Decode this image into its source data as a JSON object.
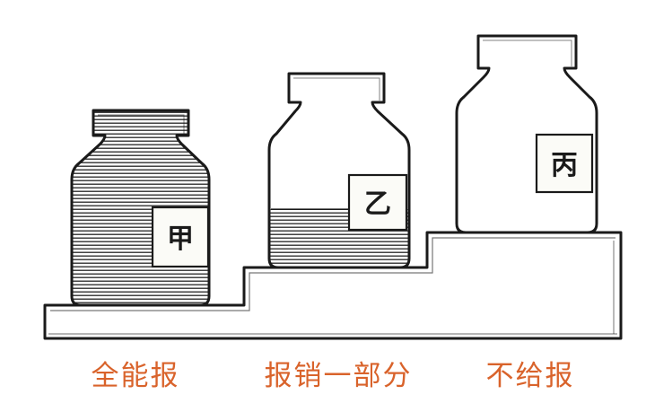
{
  "jars": [
    {
      "tag": "甲",
      "fill_fraction": 1.0
    },
    {
      "tag": "乙",
      "fill_fraction": 0.3
    },
    {
      "tag": "丙",
      "fill_fraction": 0.0
    }
  ],
  "captions": [
    "全能报",
    "报销一部分",
    "不给报"
  ],
  "colors": {
    "ink": "#1a1a1a",
    "caption": "#d9632b",
    "paper": "#ffffff",
    "tag_bg": "#fbfbf7"
  }
}
